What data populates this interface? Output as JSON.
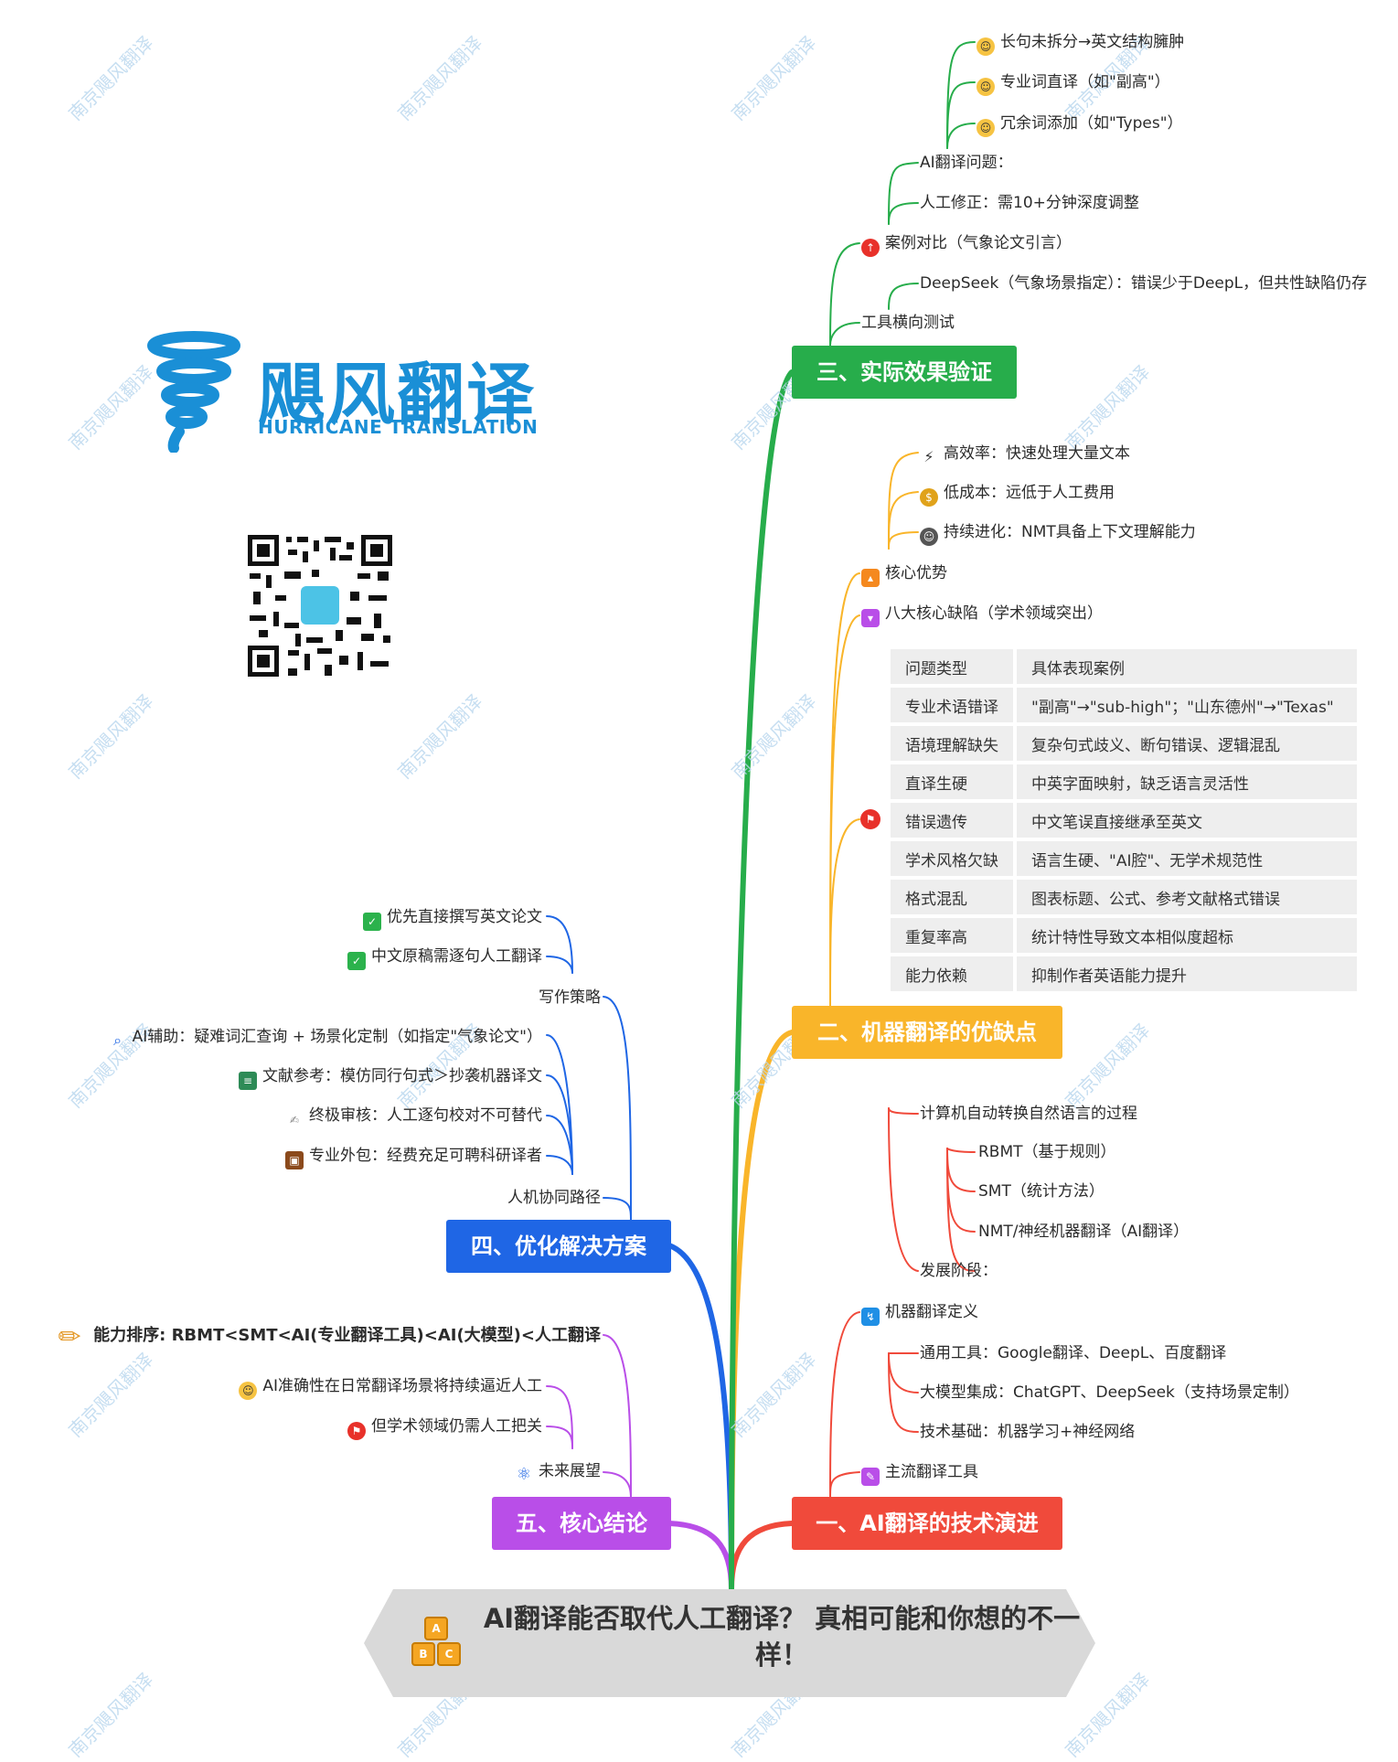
{
  "logo": {
    "name": "飓风翻译",
    "subtitle": "HURRICANE TRANSLATION"
  },
  "watermark_text": "南京飓风翻译",
  "root": {
    "title": "AI翻译能否取代人工翻译？ 真相可能和你想的不一样！",
    "icon": "abc-blocks-icon",
    "abc": [
      "A",
      "B",
      "C"
    ]
  },
  "branches": {
    "b1": {
      "label": "一、AI翻译的技术演进",
      "color": "#f04a3b"
    },
    "b2": {
      "label": "二、机器翻译的优缺点",
      "color": "#f9b52a"
    },
    "b3": {
      "label": "三、实际效果验证",
      "color": "#27ad4b"
    },
    "b4": {
      "label": "四、优化解决方案",
      "color": "#1f66e5"
    },
    "b5": {
      "label": "五、核心结论",
      "color": "#b94ee8"
    }
  },
  "b1": {
    "definition": "机器翻译定义",
    "def_text": "计算机自动转换自然语言的过程",
    "stages_label": "发展阶段：",
    "stages": [
      "RBMT（基于规则）",
      "SMT（统计方法）",
      "NMT/神经机器翻译（AI翻译）"
    ],
    "tools": "主流翻译工具",
    "tool_items": [
      "通用工具：Google翻译、DeepL、百度翻译",
      "大模型集成：ChatGPT、DeepSeek（支持场景定制）",
      "技术基础：机器学习+神经网络"
    ]
  },
  "b2": {
    "advantages": "核心优势",
    "adv_items": [
      "高效率：快速处理大量文本",
      "低成本：远低于人工费用",
      "持续进化：NMT具备上下文理解能力"
    ],
    "defects": "八大核心缺陷（学术领域突出）",
    "table": {
      "header": [
        "问题类型",
        "具体表现案例"
      ],
      "rows": [
        [
          "专业术语错译",
          "\"副高\"→\"sub-high\"；\"山东德州\"→\"Texas\""
        ],
        [
          "语境理解缺失",
          "复杂句式歧义、断句错误、逻辑混乱"
        ],
        [
          "直译生硬",
          "中英字面映射，缺乏语言灵活性"
        ],
        [
          "错误遗传",
          "中文笔误直接继承至英文"
        ],
        [
          "学术风格欠缺",
          "语言生硬、\"AI腔\"、无学术规范性"
        ],
        [
          "格式混乱",
          "图表标题、公式、参考文献格式错误"
        ],
        [
          "重复率高",
          "统计特性导致文本相似度超标"
        ],
        [
          "能力依赖",
          "抑制作者英语能力提升"
        ]
      ]
    }
  },
  "b3": {
    "test": "工具横向测试",
    "test_item": "DeepSeek（气象场景指定）：错误少于DeepL，但共性缺陷仍存",
    "case": "案例对比（气象论文引言）",
    "case_items": [
      "AI翻译问题：",
      "人工修正：需10+分钟深度调整"
    ],
    "problems": [
      "长句未拆分→英文结构臃肿",
      "专业词直译（如\"副高\"）",
      "冗余词添加（如\"Types\"）"
    ]
  },
  "b4": {
    "write": "写作策略",
    "write_items": [
      "优先直接撰写英文论文",
      "中文原稿需逐句人工翻译"
    ],
    "path": "人机协同路径",
    "path_items": [
      "AI辅助：疑难词汇查询 + 场景化定制（如指定\"气象论文\"）",
      "文献参考：模仿同行句式＞抄袭机器译文",
      "终极审核：人工逐句校对不可替代",
      "专业外包：经费充足可聘科研译者"
    ]
  },
  "b5": {
    "outlook": "未来展望",
    "items": [
      "AI准确性在日常翻译场景将持续逼近人工",
      "但学术领域仍需人工把关"
    ],
    "ranking": "能力排序: RBMT<SMT<AI(专业翻译工具)<AI(大模型)<人工翻译"
  }
}
